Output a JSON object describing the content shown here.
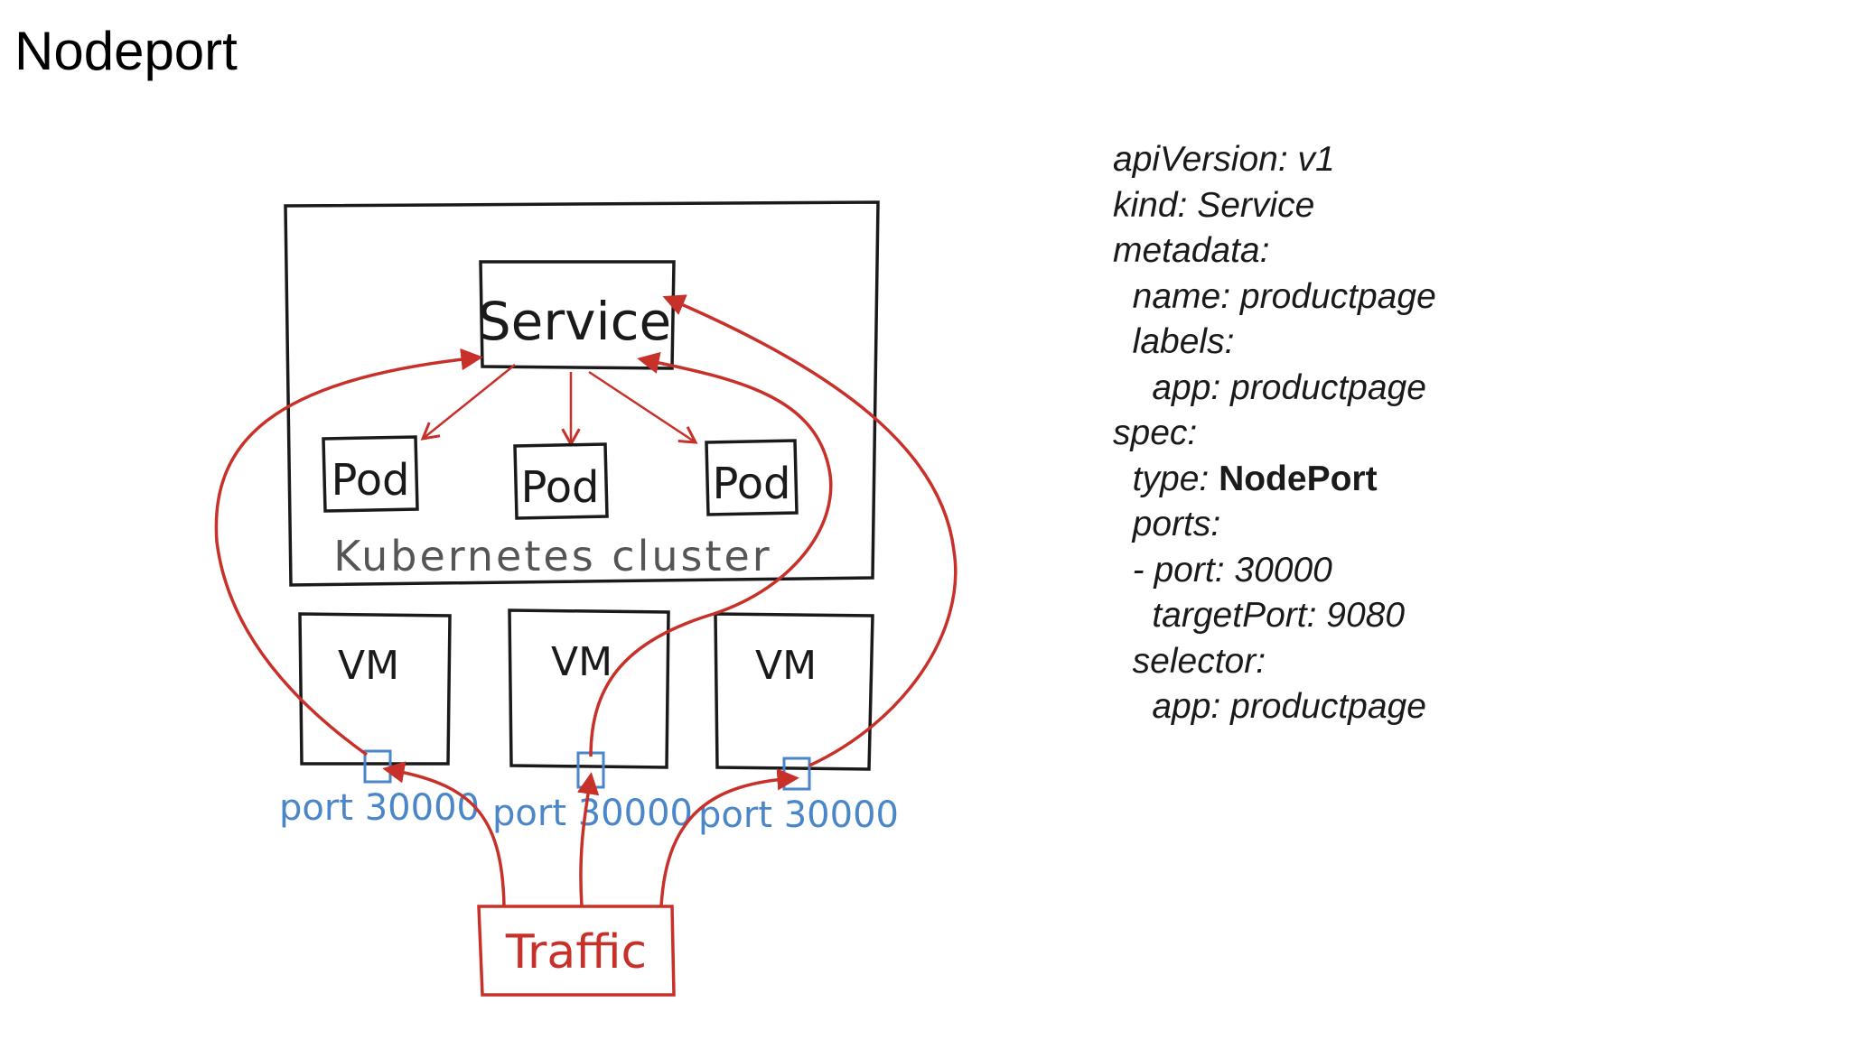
{
  "title": "Nodeport",
  "diagram": {
    "service_label": "Service",
    "pod_labels": [
      "Pod",
      "Pod",
      "Pod"
    ],
    "cluster_label": "Kubernetes cluster",
    "vm_labels": [
      "VM",
      "VM",
      "VM"
    ],
    "port_labels": [
      "port 30000",
      "port 30000",
      "port 30000"
    ],
    "traffic_label": "Traffic",
    "colors": {
      "outline": "#1a1a1a",
      "arrow": "#c8302a",
      "port": "#4a86c8",
      "cluster_text": "#555555"
    }
  },
  "yaml": {
    "lines": [
      {
        "indent": "",
        "key": "apiVersion:",
        "value": " v1"
      },
      {
        "indent": "",
        "key": "kind:",
        "value": " Service"
      },
      {
        "indent": "",
        "key": "metadata:",
        "value": ""
      },
      {
        "indent": "  ",
        "key": "name:",
        "value": " productpage"
      },
      {
        "indent": "  ",
        "key": "labels:",
        "value": ""
      },
      {
        "indent": "    ",
        "key": "app:",
        "value": " productpage"
      },
      {
        "indent": "",
        "key": "spec:",
        "value": ""
      },
      {
        "indent": "  ",
        "key": "type:",
        "value": " NodePort",
        "bold_value": true
      },
      {
        "indent": "  ",
        "key": "ports:",
        "value": ""
      },
      {
        "indent": "  ",
        "key": "- port:",
        "value": " 30000"
      },
      {
        "indent": "    ",
        "key": "targetPort:",
        "value": " 9080"
      },
      {
        "indent": "  ",
        "key": "selector:",
        "value": ""
      },
      {
        "indent": "    ",
        "key": "app:",
        "value": " productpage"
      }
    ]
  }
}
